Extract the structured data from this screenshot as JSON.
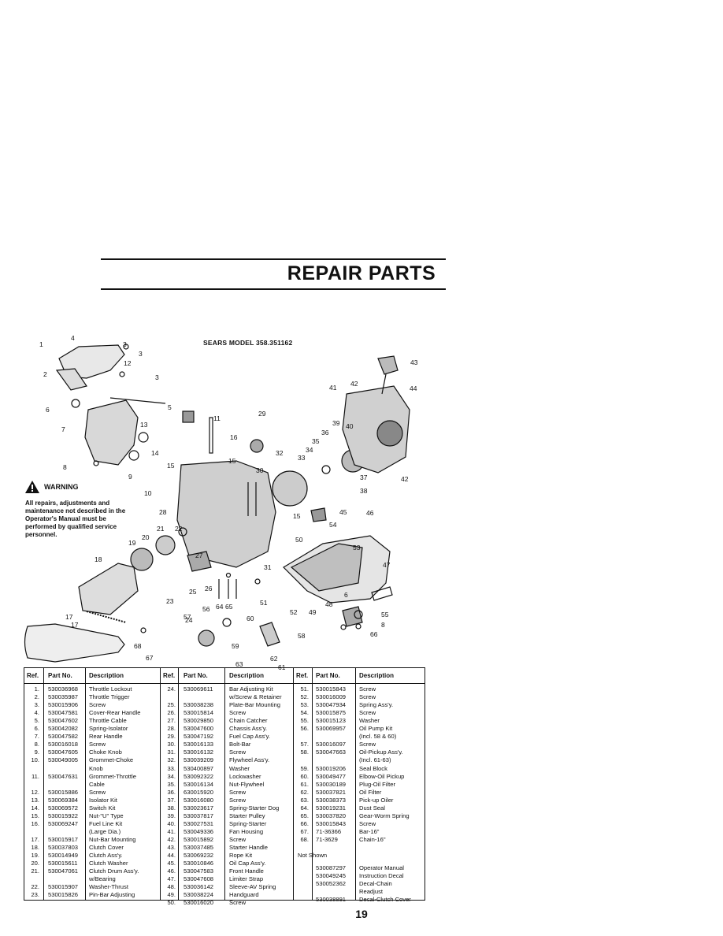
{
  "page": {
    "title": "REPAIR PARTS",
    "model": "SEARS MODEL 358.351162",
    "page_number": "19"
  },
  "warning": {
    "heading": "WARNING",
    "text": "All repairs, adjustments and maintenance not described in the Operator's Manual must be performed by qualified service personnel."
  },
  "callouts": [
    "1",
    "4",
    "3",
    "3",
    "12",
    "2",
    "3",
    "6",
    "5",
    "11",
    "13",
    "16",
    "7",
    "14",
    "15",
    "29",
    "8",
    "9",
    "10",
    "15",
    "32",
    "30",
    "33",
    "34",
    "35",
    "36",
    "39",
    "40",
    "43",
    "41",
    "42",
    "44",
    "37",
    "42",
    "38",
    "28",
    "21",
    "22",
    "20",
    "19",
    "18",
    "15",
    "45",
    "46",
    "54",
    "50",
    "53",
    "27",
    "31",
    "25",
    "26",
    "47",
    "23",
    "51",
    "52",
    "49",
    "48",
    "6",
    "55",
    "8",
    "66",
    "24",
    "17",
    "17",
    "57",
    "56",
    "64",
    "65",
    "60",
    "58",
    "68",
    "67",
    "59",
    "63",
    "62",
    "61"
  ],
  "table": {
    "headers": {
      "ref": "Ref.",
      "part": "Part No.",
      "desc": "Description"
    },
    "col1": [
      {
        "ref": "1.",
        "part": "530036968",
        "desc": "Throttle Lockout"
      },
      {
        "ref": "2.",
        "part": "530035987",
        "desc": "Throttle Trigger"
      },
      {
        "ref": "3.",
        "part": "530015906",
        "desc": "Screw"
      },
      {
        "ref": "4.",
        "part": "530047581",
        "desc": "Cover-Rear Handle"
      },
      {
        "ref": "5.",
        "part": "530047602",
        "desc": "Throttle Cable"
      },
      {
        "ref": "6.",
        "part": "530042082",
        "desc": "Spring-Isolator"
      },
      {
        "ref": "7.",
        "part": "530047582",
        "desc": "Rear Handle"
      },
      {
        "ref": "8.",
        "part": "530016018",
        "desc": "Screw"
      },
      {
        "ref": "9.",
        "part": "530047605",
        "desc": "Choke Knob"
      },
      {
        "ref": "10.",
        "part": "530049005",
        "desc": "Grommet-Choke"
      },
      {
        "ref": "",
        "part": "",
        "desc": "Knob"
      },
      {
        "ref": "11.",
        "part": "530047631",
        "desc": "Grommet-Throttle"
      },
      {
        "ref": "",
        "part": "",
        "desc": "Cable"
      },
      {
        "ref": "12.",
        "part": "530015886",
        "desc": "Screw"
      },
      {
        "ref": "13.",
        "part": "530069384",
        "desc": "Isolator Kit"
      },
      {
        "ref": "14.",
        "part": "530069572",
        "desc": "Switch Kit"
      },
      {
        "ref": "15.",
        "part": "530015922",
        "desc": "Nut-\"U\" Type"
      },
      {
        "ref": "16.",
        "part": "530069247",
        "desc": "Fuel Line Kit"
      },
      {
        "ref": "",
        "part": "",
        "desc": "(Large Dia.)"
      },
      {
        "ref": "17.",
        "part": "530015917",
        "desc": "Nut-Bar Mounting"
      },
      {
        "ref": "18.",
        "part": "530037803",
        "desc": "Clutch Cover"
      },
      {
        "ref": "19.",
        "part": "530014949",
        "desc": "Clutch Ass'y."
      },
      {
        "ref": "20.",
        "part": "530015611",
        "desc": "Clutch Washer"
      },
      {
        "ref": "21.",
        "part": "530047061",
        "desc": "Clutch Drum Ass'y."
      },
      {
        "ref": "",
        "part": "",
        "desc": "w/Bearing"
      },
      {
        "ref": "22.",
        "part": "530015907",
        "desc": "Washer-Thrust"
      },
      {
        "ref": "23.",
        "part": "530015826",
        "desc": "Pin-Bar Adjusting"
      }
    ],
    "col2": [
      {
        "ref": "24.",
        "part": "530069611",
        "desc": "Bar Adjusting Kit"
      },
      {
        "ref": "",
        "part": "",
        "desc": "w/Screw & Retainer"
      },
      {
        "ref": "25.",
        "part": "530038238",
        "desc": "Plate-Bar Mounting"
      },
      {
        "ref": "26.",
        "part": "530015814",
        "desc": "Screw"
      },
      {
        "ref": "27.",
        "part": "530029850",
        "desc": "Chain Catcher"
      },
      {
        "ref": "28.",
        "part": "530047600",
        "desc": "Chassis Ass'y."
      },
      {
        "ref": "29.",
        "part": "530047192",
        "desc": "Fuel Cap Ass'y."
      },
      {
        "ref": "30.",
        "part": "530016133",
        "desc": "Bolt-Bar"
      },
      {
        "ref": "31.",
        "part": "530016132",
        "desc": "Screw"
      },
      {
        "ref": "32.",
        "part": "530039209",
        "desc": "Flywheel Ass'y."
      },
      {
        "ref": "33.",
        "part": "530400897",
        "desc": "Washer"
      },
      {
        "ref": "34.",
        "part": "530092322",
        "desc": "Lockwasher"
      },
      {
        "ref": "35.",
        "part": "530016134",
        "desc": "Nut-Flywheel"
      },
      {
        "ref": "36.",
        "part": "630015920",
        "desc": "Screw"
      },
      {
        "ref": "37.",
        "part": "530016080",
        "desc": "Screw"
      },
      {
        "ref": "38.",
        "part": "530023617",
        "desc": "Spring-Starter Dog"
      },
      {
        "ref": "39.",
        "part": "530037817",
        "desc": "Starter Pulley"
      },
      {
        "ref": "40.",
        "part": "530027531",
        "desc": "Spring-Starter"
      },
      {
        "ref": "41.",
        "part": "530049336",
        "desc": "Fan Housing"
      },
      {
        "ref": "42.",
        "part": "530015892",
        "desc": "Screw"
      },
      {
        "ref": "43.",
        "part": "530037485",
        "desc": "Starter Handle"
      },
      {
        "ref": "44.",
        "part": "530069232",
        "desc": "Rope Kit"
      },
      {
        "ref": "45.",
        "part": "530010846",
        "desc": "Oil Cap Ass'y."
      },
      {
        "ref": "46.",
        "part": "530047583",
        "desc": "Front Handle"
      },
      {
        "ref": "47.",
        "part": "530047608",
        "desc": "Limiter Strap"
      },
      {
        "ref": "48.",
        "part": "530036142",
        "desc": "Sleeve-AV Spring"
      },
      {
        "ref": "49.",
        "part": "530038224",
        "desc": "Handguard"
      },
      {
        "ref": "50.",
        "part": "530016020",
        "desc": "Screw"
      }
    ],
    "col3": [
      {
        "ref": "51.",
        "part": "530015843",
        "desc": "Screw"
      },
      {
        "ref": "52.",
        "part": "530016009",
        "desc": "Screw"
      },
      {
        "ref": "53.",
        "part": "530047934",
        "desc": "Spring Ass'y."
      },
      {
        "ref": "54.",
        "part": "530015875",
        "desc": "Screw"
      },
      {
        "ref": "55.",
        "part": "530015123",
        "desc": "Washer"
      },
      {
        "ref": "56.",
        "part": "530069957",
        "desc": "Oil Pump Kit"
      },
      {
        "ref": "",
        "part": "",
        "desc": "(Incl. 58 & 60)"
      },
      {
        "ref": "57.",
        "part": "530016097",
        "desc": "Screw"
      },
      {
        "ref": "58.",
        "part": "530047663",
        "desc": "Oil-Pickup Ass'y."
      },
      {
        "ref": "",
        "part": "",
        "desc": "(Incl. 61-63)"
      },
      {
        "ref": "59.",
        "part": "530019206",
        "desc": "Seal Block"
      },
      {
        "ref": "60.",
        "part": "530049477",
        "desc": "Elbow-Oil Pickup"
      },
      {
        "ref": "61.",
        "part": "530030189",
        "desc": "Plug-Oil Filter"
      },
      {
        "ref": "62.",
        "part": "530037821",
        "desc": "Oil Filter"
      },
      {
        "ref": "63.",
        "part": "530038373",
        "desc": "Pick-up Oiler"
      },
      {
        "ref": "64.",
        "part": "530019231",
        "desc": "Dust Seal"
      },
      {
        "ref": "65.",
        "part": "530037820",
        "desc": "Gear-Worm Spring"
      },
      {
        "ref": "66.",
        "part": "530015843",
        "desc": "Screw"
      },
      {
        "ref": "67.",
        "part": "71-36366",
        "desc": "Bar-16\""
      },
      {
        "ref": "68.",
        "part": "71-3629",
        "desc": "Chain-16\""
      }
    ],
    "not_shown_label": "Not Shown",
    "not_shown": [
      {
        "part": "530087297",
        "desc": "Operator Manual"
      },
      {
        "part": "530049245",
        "desc": "Instruction Decal"
      },
      {
        "part": "530052362",
        "desc": "Decal-Chain"
      },
      {
        "part": "",
        "desc": "Readjust"
      },
      {
        "part": "530038891",
        "desc": "Decal-Clutch Cover"
      }
    ]
  }
}
